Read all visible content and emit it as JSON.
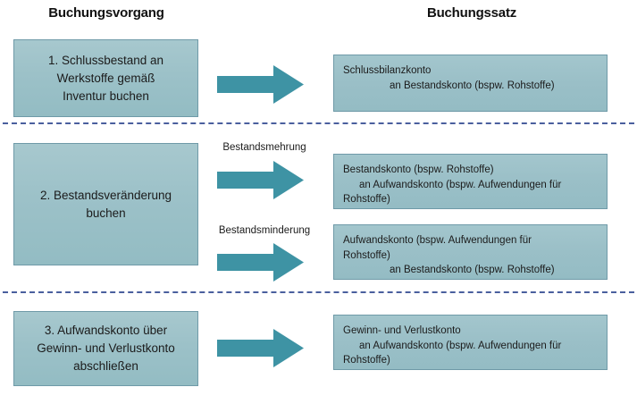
{
  "headers": {
    "left": "Buchungsvorgang",
    "right": "Buchungssatz"
  },
  "colors": {
    "box_fill_top": "#a7c8ce",
    "box_fill_bottom": "#93bcc3",
    "box_border": "#6f9aa8",
    "arrow_fill": "#3e93a4",
    "divider": "#4a5f9e",
    "text": "#1b1b1b"
  },
  "sections": [
    {
      "id": "section-1",
      "process": {
        "lines": [
          "1. Schlussbestand an",
          "Werkstoffe gemäß",
          "Inventur buchen"
        ]
      },
      "arrows": [
        {
          "id": "arrow-1",
          "label": "",
          "record": {
            "lines": [
              "Schlussbilanzkonto",
              "an Bestandskonto (bspw. Rohstoffe)"
            ],
            "indents": [
              0,
              2
            ]
          }
        }
      ]
    },
    {
      "id": "section-2",
      "process": {
        "lines": [
          "2. Bestandsveränderung",
          "buchen"
        ]
      },
      "arrows": [
        {
          "id": "arrow-2a",
          "label": "Bestandsmehrung",
          "record": {
            "lines": [
              "Bestandskonto (bspw. Rohstoffe)",
              "an Aufwandskonto (bspw. Aufwendungen für",
              "Rohstoffe)"
            ],
            "indents": [
              0,
              1,
              0
            ]
          }
        },
        {
          "id": "arrow-2b",
          "label": "Bestandsminderung",
          "record": {
            "lines": [
              "Aufwandskonto (bspw. Aufwendungen für",
              "Rohstoffe)",
              "an Bestandskonto (bspw. Rohstoffe)"
            ],
            "indents": [
              0,
              0,
              2
            ]
          }
        }
      ]
    },
    {
      "id": "section-3",
      "process": {
        "lines": [
          "3. Aufwandskonto über",
          "Gewinn- und Verlustkonto",
          "abschließen"
        ]
      },
      "arrows": [
        {
          "id": "arrow-3",
          "label": "",
          "record": {
            "lines": [
              "Gewinn- und Verlustkonto",
              "an Aufwandskonto (bspw. Aufwendungen für",
              "Rohstoffe)"
            ],
            "indents": [
              0,
              1,
              0
            ]
          }
        }
      ]
    }
  ]
}
